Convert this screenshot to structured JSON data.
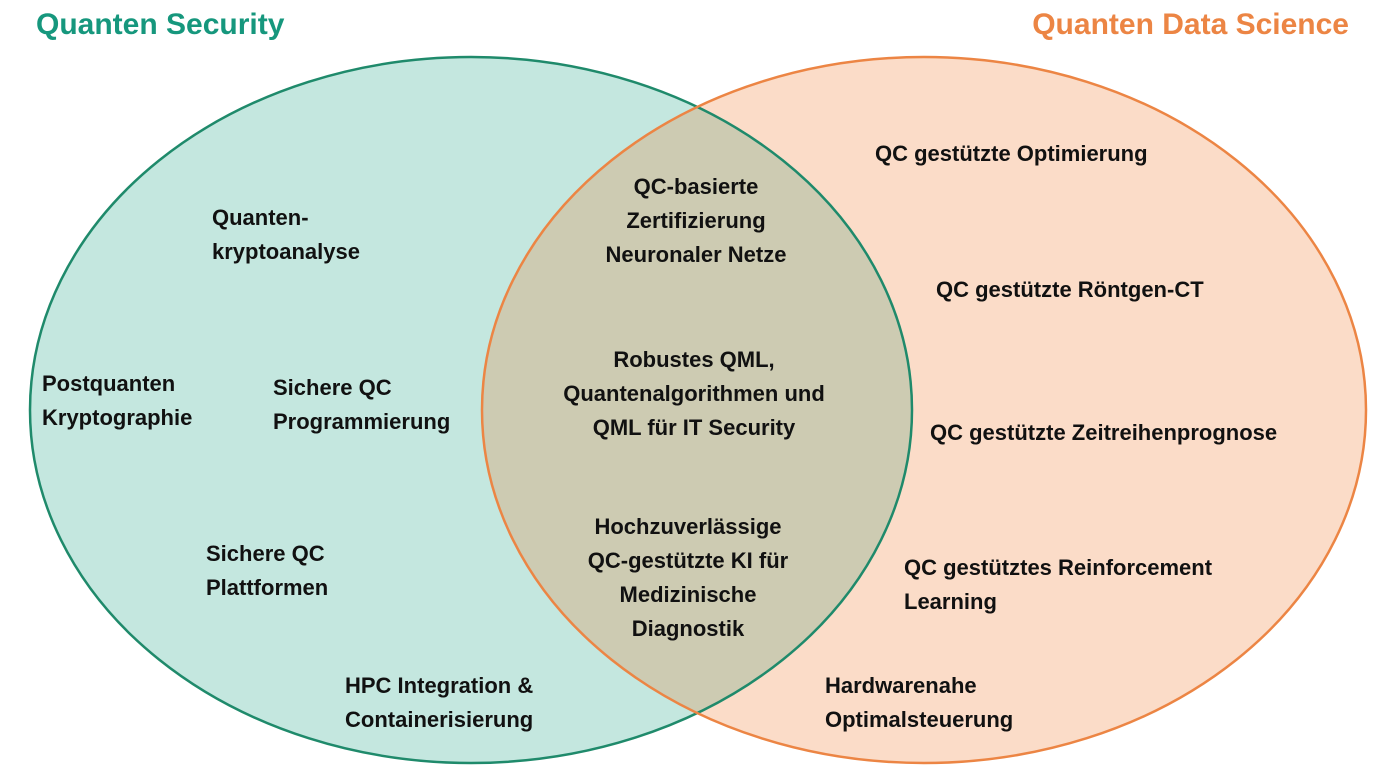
{
  "title_left": "Quanten Security",
  "title_right": "Quanten Data Science",
  "colors": {
    "left_title": "#16977d",
    "right_title": "#ec8544",
    "left_fill": "#c4e7df",
    "left_stroke": "#1f8a6b",
    "right_fill": "#fbdcc8",
    "right_stroke": "#ec8544",
    "overlap_fill": "#cdcbb2"
  },
  "left_items": [
    {
      "lines": [
        "Quanten-",
        "kryptoanalyse"
      ]
    },
    {
      "lines": [
        "Postquanten",
        "Kryptographie"
      ]
    },
    {
      "lines": [
        "Sichere QC",
        "Programmierung"
      ]
    },
    {
      "lines": [
        "Sichere QC",
        "Plattformen"
      ]
    },
    {
      "lines": [
        "HPC Integration &",
        "Containerisierung"
      ]
    }
  ],
  "center_items": [
    {
      "lines": [
        "QC-basierte",
        "Zertifizierung",
        "Neuronaler Netze"
      ]
    },
    {
      "lines": [
        "Robustes QML,",
        "Quantenalgorithmen und",
        "QML für IT Security"
      ]
    },
    {
      "lines": [
        "Hochzuverlässige",
        "QC-gestützte KI für",
        "Medizinische",
        "Diagnostik"
      ]
    }
  ],
  "right_items": [
    {
      "lines": [
        "QC gestützte Optimierung"
      ]
    },
    {
      "lines": [
        "QC gestützte Röntgen-CT"
      ]
    },
    {
      "lines": [
        "QC gestützte Zeitreihenprognose"
      ]
    },
    {
      "lines": [
        "QC gestütztes Reinforcement",
        "Learning"
      ]
    },
    {
      "lines": [
        "Hardwarenahe",
        "Optimalsteuerung"
      ]
    }
  ]
}
